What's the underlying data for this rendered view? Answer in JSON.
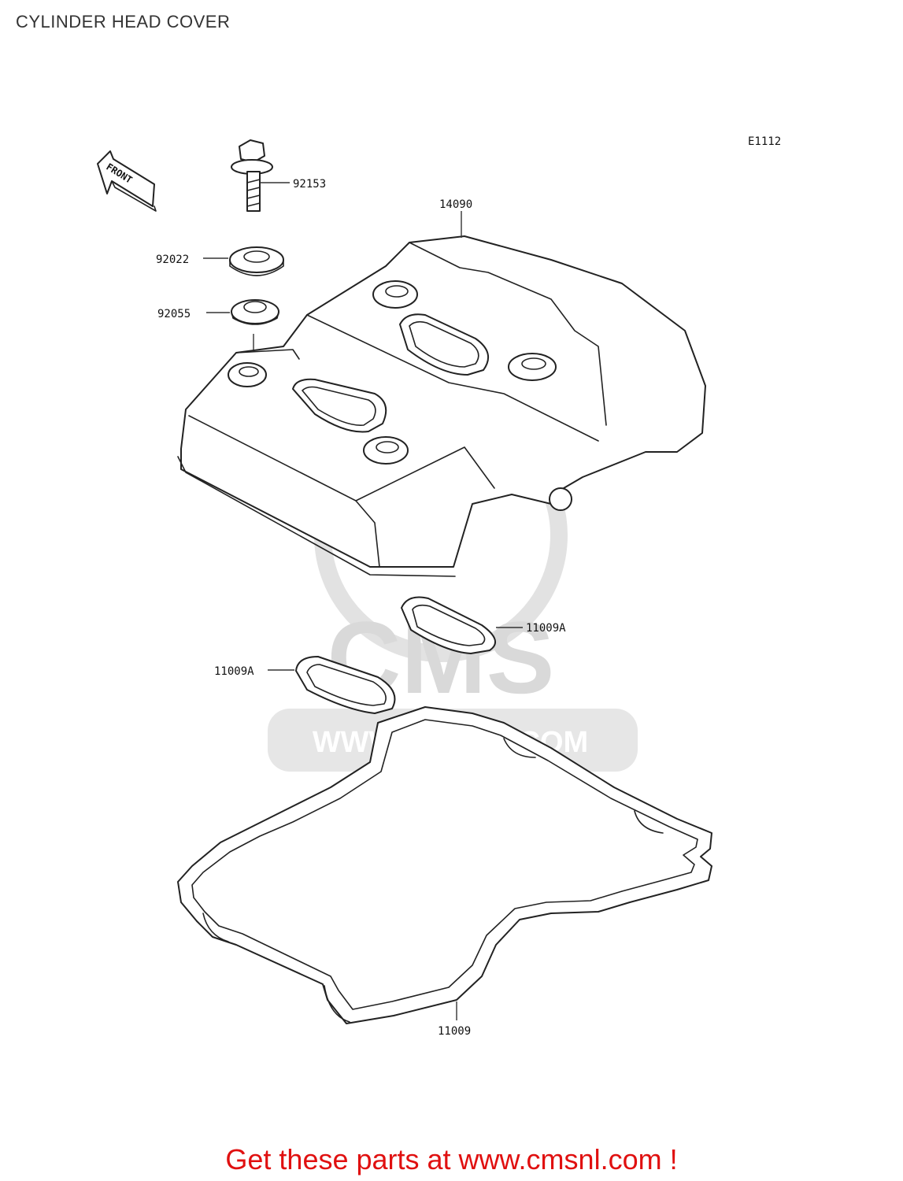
{
  "page": {
    "title": "CYLINDER HEAD COVER"
  },
  "diagram": {
    "ref_code": "E1112",
    "front_arrow_label": "FRONT",
    "parts": [
      {
        "number": "92153"
      },
      {
        "number": "92022"
      },
      {
        "number": "92055"
      },
      {
        "number": "14090"
      },
      {
        "number": "11009A"
      },
      {
        "number": "11009A"
      },
      {
        "number": "11009"
      }
    ]
  },
  "watermark": {
    "logo_text": "CMS",
    "url_text": "WWW.CMSNL.COM",
    "color": "#d9d9d9"
  },
  "cta": {
    "text": "Get these parts at www.cmsnl.com !",
    "color": "#e01010"
  }
}
